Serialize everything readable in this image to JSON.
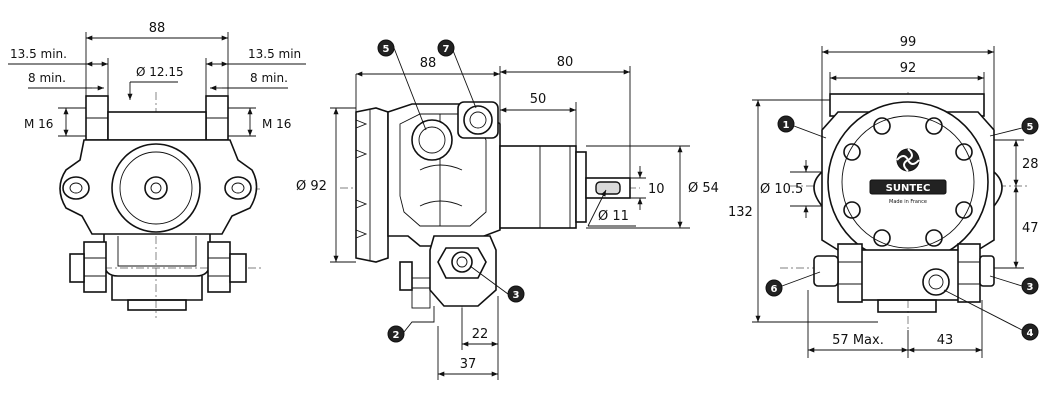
{
  "left_view": {
    "dim_top": "88",
    "dim_left_outer": "13.5 min.",
    "dim_right_outer": "13.5 min",
    "dim_left_inner": "8 min.",
    "dim_right_inner": "8 min.",
    "dim_diameter": "Ø 12.15",
    "thread_left": "M 16",
    "thread_right": "M 16"
  },
  "middle_view": {
    "dim_width": "88",
    "dim_length": "80",
    "dim_shaft": "50",
    "dim_height": "Ø 92",
    "dim_flange": "Ø 54",
    "dim_key": "10",
    "dim_shaft_dia": "Ø 11",
    "dim_bottom_a": "22",
    "dim_bottom_b": "37"
  },
  "right_view": {
    "dim_outer": "99",
    "dim_inner": "92",
    "dim_height": "132",
    "dim_hole": "Ø 10.5",
    "dim_upper": "28",
    "dim_lower": "47",
    "dim_bottom_left": "57 Max.",
    "dim_bottom_right": "43",
    "brand": "SUNTEC",
    "brand_sub": "Made in France"
  },
  "callouts": {
    "c1": "1",
    "c2": "2",
    "c3": "3",
    "c4": "4",
    "c5": "5",
    "c6": "6",
    "c7": "7"
  }
}
